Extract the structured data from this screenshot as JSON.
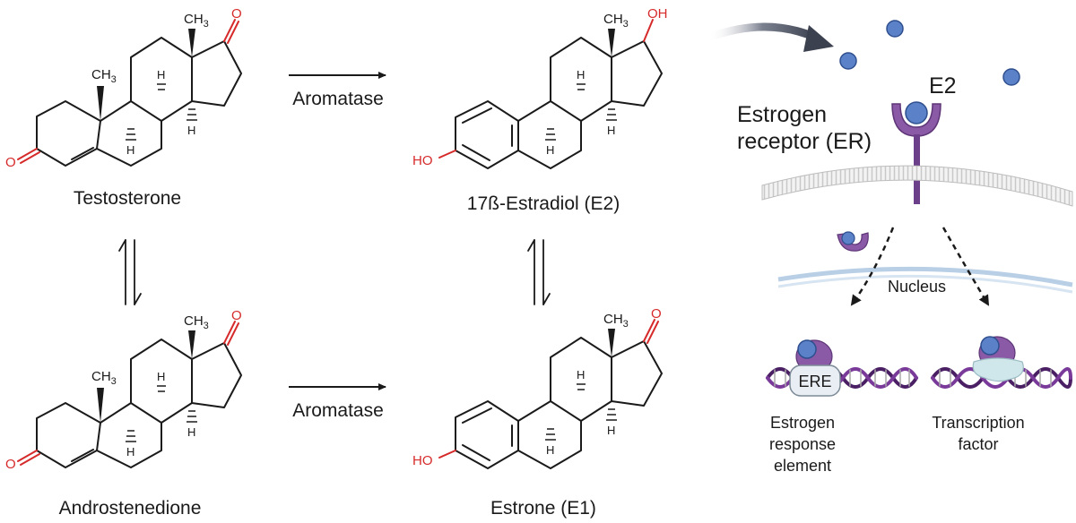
{
  "molecules": {
    "testosterone": {
      "name": "Testosterone",
      "o_top": "O",
      "o_left": "O",
      "methyl_top": "CH",
      "methyl_top_sub": "3",
      "methyl_mid": "CH",
      "methyl_mid_sub": "3",
      "h1": "H",
      "h2": "H",
      "h3": "H"
    },
    "estradiol": {
      "name": "17ß-Estradiol (E2)",
      "oh_top": "OH",
      "ho_left": "HO",
      "methyl_top": "CH",
      "methyl_top_sub": "3",
      "h1": "H",
      "h2": "H",
      "h3": "H"
    },
    "androstenedione": {
      "name": "Androstenedione",
      "o_top": "O",
      "o_left": "O",
      "methyl_top": "CH",
      "methyl_top_sub": "3",
      "methyl_mid": "CH",
      "methyl_mid_sub": "3",
      "h1": "H",
      "h2": "H",
      "h3": "H"
    },
    "estrone": {
      "name": "Estrone (E1)",
      "o_top": "O",
      "ho_left": "HO",
      "methyl_top": "CH",
      "methyl_top_sub": "3",
      "h1": "H",
      "h2": "H",
      "h3": "H"
    }
  },
  "reactions": {
    "top_enzyme": "Aromatase",
    "bottom_enzyme": "Aromatase"
  },
  "signaling": {
    "ligand_label": "E2",
    "receptor_label_line1": "Estrogen",
    "receptor_label_line2": "receptor (ER)",
    "nucleus_label": "Nucleus",
    "ere_box": "ERE",
    "ere_caption_line1": "Estrogen",
    "ere_caption_line2": "response",
    "ere_caption_line3": "element",
    "tf_caption_line1": "Transcription",
    "tf_caption_line2": "factor"
  },
  "colors": {
    "oxygen": "#d62a2a",
    "ligand": "#5b82c9",
    "receptor": "#8a5aa6",
    "membrane": "#cfcfcf",
    "dna": "#4a1f63"
  }
}
